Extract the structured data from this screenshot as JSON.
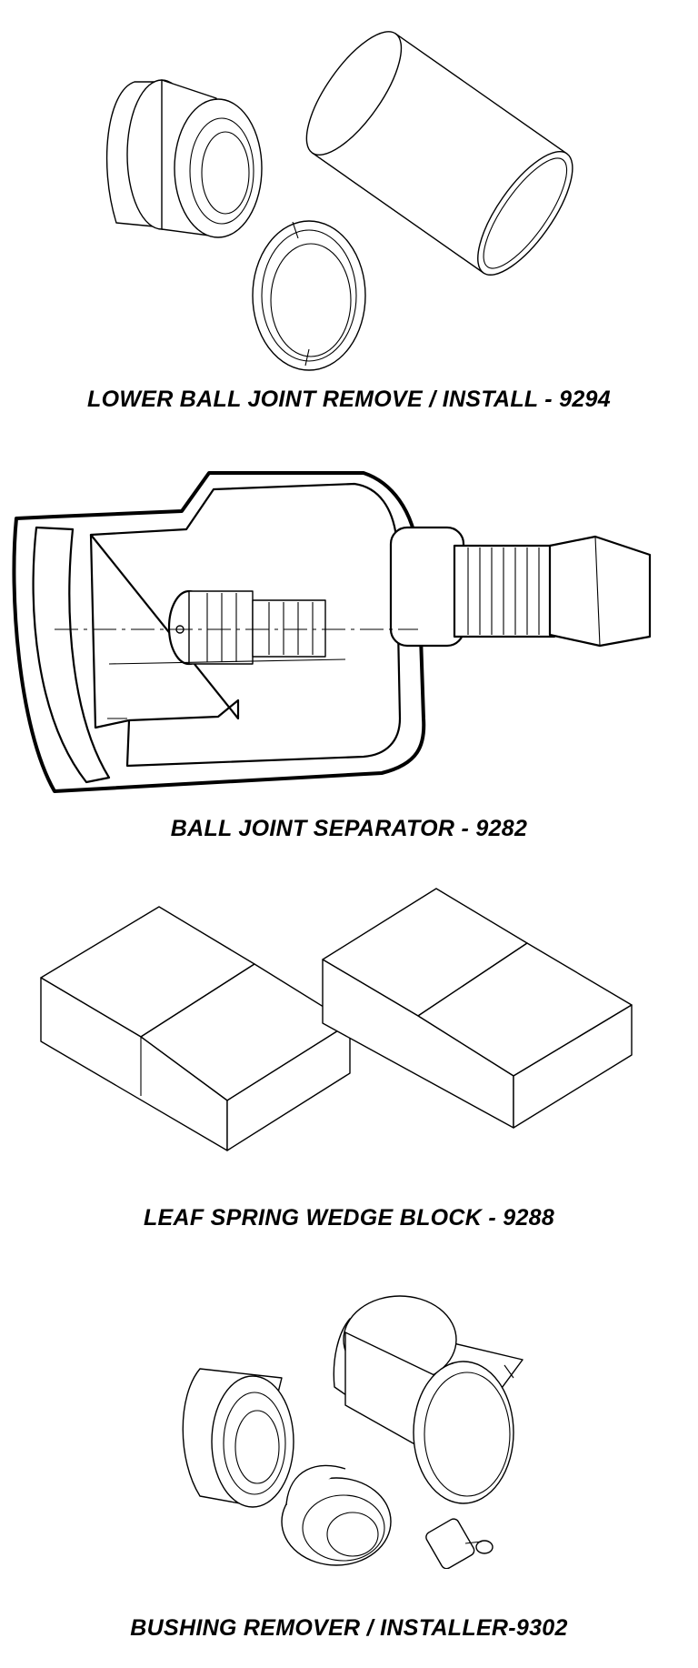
{
  "tools": [
    {
      "caption": "LOWER BALL JOINT REMOVE / INSTALL - 9294",
      "illustration": "ball-joint-remover-installer-icon"
    },
    {
      "caption": "BALL JOINT SEPARATOR - 9282",
      "illustration": "ball-joint-separator-icon"
    },
    {
      "caption": "LEAF SPRING WEDGE BLOCK - 9288",
      "illustration": "wedge-block-icon"
    },
    {
      "caption": "BUSHING REMOVER / INSTALLER-9302",
      "illustration": "bushing-remover-installer-icon"
    }
  ]
}
